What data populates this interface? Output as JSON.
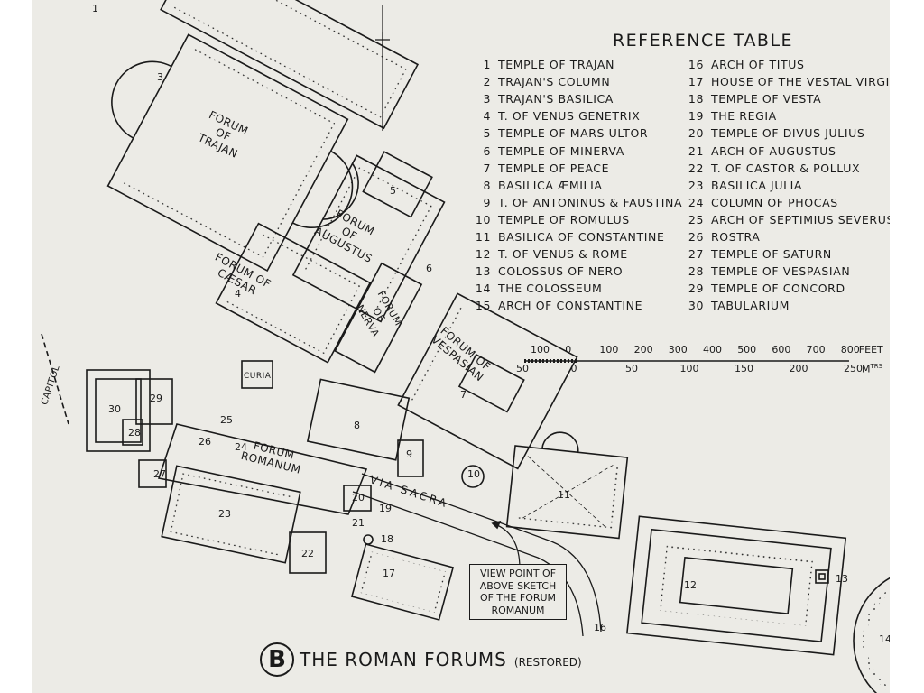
{
  "reference_table": {
    "title": "REFERENCE TABLE",
    "items": [
      {
        "n": "1",
        "name": "TEMPLE OF TRAJAN"
      },
      {
        "n": "2",
        "name": "TRAJAN'S COLUMN"
      },
      {
        "n": "3",
        "name": "TRAJAN'S BASILICA"
      },
      {
        "n": "4",
        "name": "T. OF VENUS GENETRIX"
      },
      {
        "n": "5",
        "name": "TEMPLE OF MARS ULTOR"
      },
      {
        "n": "6",
        "name": "TEMPLE OF MINERVA"
      },
      {
        "n": "7",
        "name": "TEMPLE OF PEACE"
      },
      {
        "n": "8",
        "name": "BASILICA ÆMILIA"
      },
      {
        "n": "9",
        "name": "T. OF ANTONINUS & FAUSTINA"
      },
      {
        "n": "10",
        "name": "TEMPLE OF ROMULUS"
      },
      {
        "n": "11",
        "name": "BASILICA OF CONSTANTINE"
      },
      {
        "n": "12",
        "name": "T. OF VENUS & ROME"
      },
      {
        "n": "13",
        "name": "COLOSSUS OF NERO"
      },
      {
        "n": "14",
        "name": "THE COLOSSEUM"
      },
      {
        "n": "15",
        "name": "ARCH OF CONSTANTINE"
      },
      {
        "n": "16",
        "name": "ARCH OF TITUS"
      },
      {
        "n": "17",
        "name": "HOUSE OF THE VESTAL VIRGINS"
      },
      {
        "n": "18",
        "name": "TEMPLE OF VESTA"
      },
      {
        "n": "19",
        "name": "THE REGIA"
      },
      {
        "n": "20",
        "name": "TEMPLE OF DIVUS JULIUS"
      },
      {
        "n": "21",
        "name": "ARCH OF AUGUSTUS"
      },
      {
        "n": "22",
        "name": "T. OF CASTOR & POLLUX"
      },
      {
        "n": "23",
        "name": "BASILICA JULIA"
      },
      {
        "n": "24",
        "name": "COLUMN OF PHOCAS"
      },
      {
        "n": "25",
        "name": "ARCH OF SEPTIMIUS SEVERUS"
      },
      {
        "n": "26",
        "name": "ROSTRA"
      },
      {
        "n": "27",
        "name": "TEMPLE OF SATURN"
      },
      {
        "n": "28",
        "name": "TEMPLE OF VESPASIAN"
      },
      {
        "n": "29",
        "name": "TEMPLE OF CONCORD"
      },
      {
        "n": "30",
        "name": "TABULARIUM"
      }
    ]
  },
  "scale": {
    "feet_ticks": [
      "100",
      "0",
      "100",
      "200",
      "300",
      "400",
      "500",
      "600",
      "700",
      "800"
    ],
    "feet_unit": "FEET",
    "meter_ticks": [
      "50",
      "0",
      "50",
      "100",
      "150",
      "200",
      "250"
    ],
    "meter_unit": "M",
    "meter_unit_sup": "TRS"
  },
  "labels": {
    "forum_trajan": "FORUM\nOF\nTRAJAN",
    "forum_augustus": "FORUM\nOF\nAUGUSTUS",
    "forum_caesar": "FORUM OF\nCÆSAR",
    "forum_nerva": "FORUM\nOF\nNERVA",
    "forum_vespasian": "FORUM OF\nVESPASIAN",
    "forum_romanum": "FORUM\nROMANUM",
    "via_sacra": "VIA SACRA",
    "curia": "CURIA",
    "capitol": "CAPITOL"
  },
  "viewpoint_note": "VIEW POINT OF\nABOVE SKETCH\nOF THE FORUM\nROMANUM",
  "title": {
    "badge": "B",
    "main": "THE ROMAN FORUMS",
    "sub": "(RESTORED)"
  },
  "map_numbers": [
    "1",
    "3",
    "4",
    "5",
    "6",
    "7",
    "8",
    "9",
    "10",
    "11",
    "12",
    "13",
    "14",
    "16",
    "17",
    "18",
    "19",
    "20",
    "21",
    "22",
    "23",
    "24",
    "25",
    "26",
    "27",
    "28",
    "29",
    "30"
  ],
  "colors": {
    "paper": "#ecebe6",
    "ink": "#1a1a1a",
    "border": "#ffffff"
  }
}
